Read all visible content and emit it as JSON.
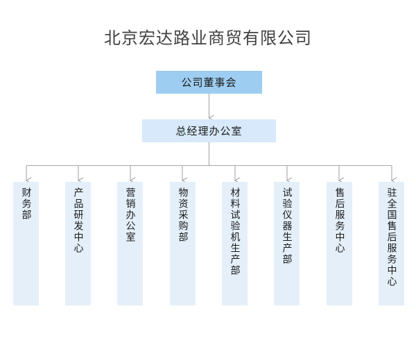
{
  "title": "北京宏达路业商贸有限公司",
  "colors": {
    "board_fill": "#9ecdf2",
    "gm_fill": "#d7e9fa",
    "dept_fill": "#e4eff9",
    "connector": "#a6a6a6",
    "title_text": "#404040",
    "node_text": "#1a1a1a",
    "background": "#ffffff"
  },
  "nodes": {
    "board": {
      "label": "公司董事会"
    },
    "general_manager": {
      "label": "总经理办公室"
    }
  },
  "departments": [
    {
      "label": "财务部"
    },
    {
      "label": "产品研发中心"
    },
    {
      "label": "营销办公室"
    },
    {
      "label": "物资采购部"
    },
    {
      "label": "材料试验机生产部"
    },
    {
      "label": "试验仪器生产部"
    },
    {
      "label": "售后服务中心"
    },
    {
      "label": "驻全国售后服务中心"
    }
  ],
  "layout": {
    "chart_type": "organization-chart",
    "levels": 3,
    "department_count": 8
  }
}
